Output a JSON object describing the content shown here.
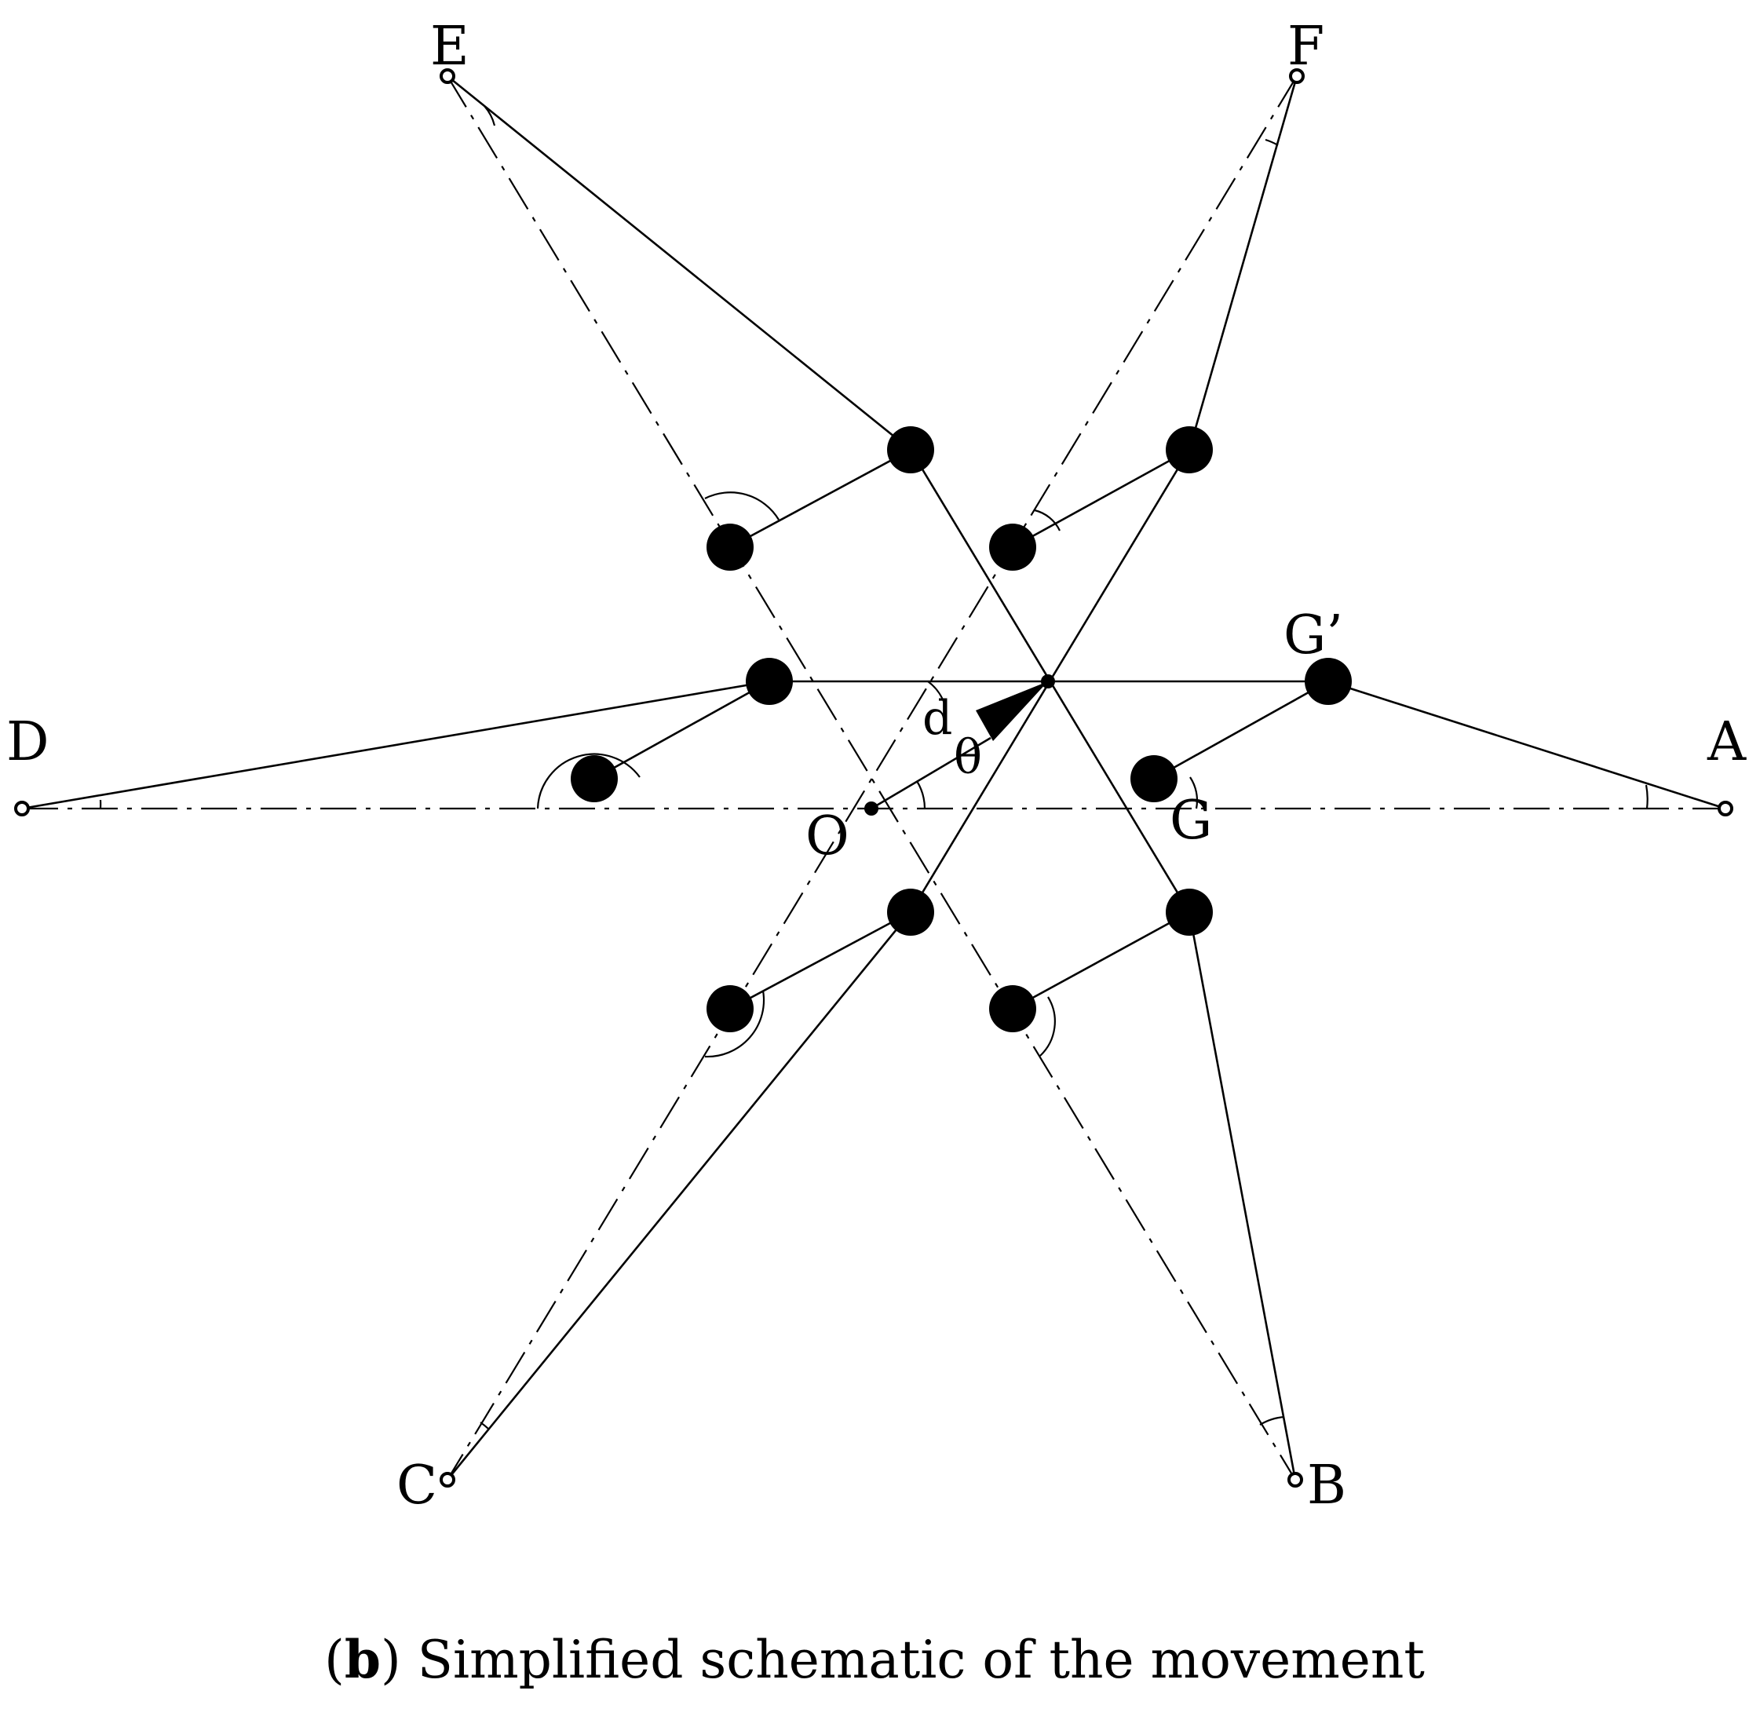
{
  "points": {
    "A": "A",
    "B": "B",
    "C": "C",
    "D": "D",
    "E": "E",
    "F": "F",
    "G": "G",
    "G_prime": "G’",
    "O": "O"
  },
  "symbols": {
    "d": "d",
    "theta": "θ"
  },
  "caption": {
    "tag": "b",
    "text": "Simplified schematic of the movement"
  }
}
